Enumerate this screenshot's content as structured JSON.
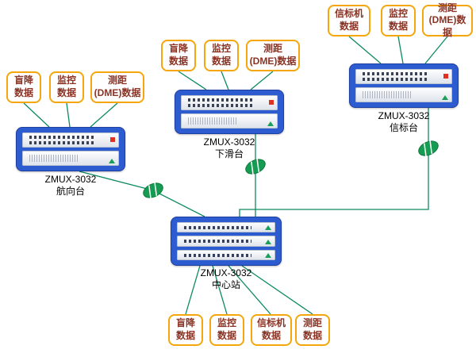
{
  "stations": {
    "hangxiang": {
      "model": "ZMUX-3032",
      "name": "航向台",
      "labels": [
        "盲降\n数据",
        "监控\n数据",
        "测距\n(DME)数据"
      ]
    },
    "xiahua": {
      "model": "ZMUX-3032",
      "name": "下滑台",
      "labels": [
        "盲降\n数据",
        "监控\n数据",
        "测距\n(DME)数据"
      ]
    },
    "xinbiao": {
      "model": "ZMUX-3032",
      "name": "信标台",
      "labels": [
        "信标机\n数据",
        "监控\n数据",
        "测距\n(DME)数据"
      ]
    },
    "zhongxin": {
      "model": "ZMUX-3032",
      "name": "中心站",
      "labels": [
        "盲降\n数据",
        "监控\n数据",
        "信标机\n数据",
        "测距\n数据"
      ]
    }
  },
  "colors": {
    "label_border": "#F5A60A",
    "label_text": "#8A3324",
    "device_blue": "#2D5BD0",
    "line_green": "#0D8A63",
    "node_green": "#169C52",
    "indicator_red": "#E03020"
  }
}
